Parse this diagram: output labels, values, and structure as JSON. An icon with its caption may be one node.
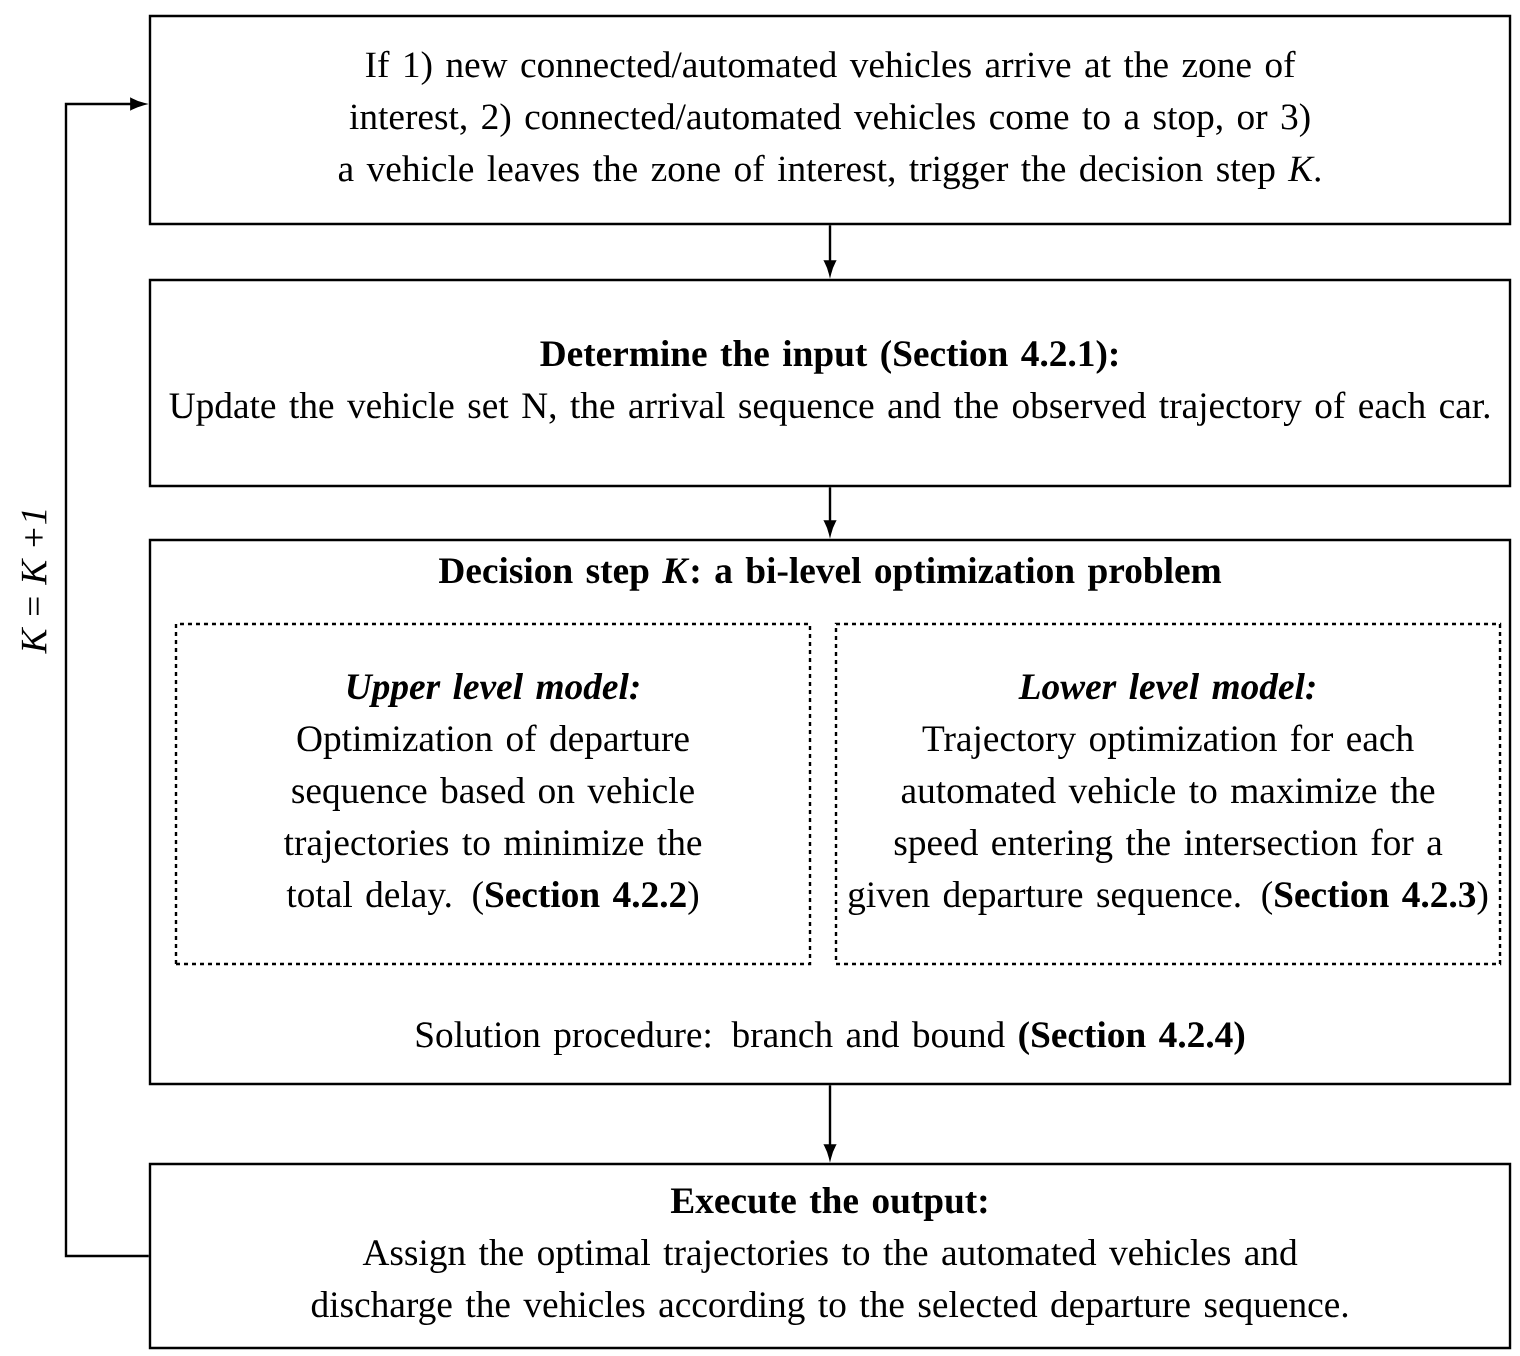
{
  "diagram": {
    "nodes": [
      {
        "text": [
          "If 1) new connected/automated vehicles arrive at the zone of interest, 2) connected/automated vehicles come to a stop, or 3) a vehicle leaves the zone of interest, trigger the decision step *K*."
        ]
      },
      {
        "text": [
          "Determine the input (Section 4.2.1):",
          "Update the vehicle set N, the arrival sequence and the observed trajectory of each car."
        ]
      },
      {
        "text": [
          "Decision step *K*: a bi-level optimization problem",
          "Solution procedure: branch and bound **(Section 4.2.4)**"
        ]
      },
      {
        "text": [
          "Upper level model:",
          "Optimization of departure sequence based on vehicle trajectories to minimize the total delay. (**Section 4.2.2**)"
        ],
        "in": 2
      },
      {
        "text": [
          "Lower level model:",
          "Trajectory optimization for each automated vehicle to maximize the speed entering the intersection for a given departure sequence. (**Section 4.2.3**)"
        ],
        "in": 2
      },
      {
        "text": [
          "Execute the output:",
          "Assign the optimal trajectories to the automated vehicles and discharge the vehicles according to the selected departure sequence."
        ]
      }
    ],
    "edges": [
      {
        "from": 0,
        "to": 1,
        "arrow": "to"
      },
      {
        "from": 1,
        "to": 2,
        "arrow": "to"
      },
      {
        "from": 2,
        "to": 5,
        "arrow": "to"
      },
      {
        "from": 5,
        "to": 0,
        "arrow": "to",
        "label": "K = K +1"
      }
    ]
  }
}
